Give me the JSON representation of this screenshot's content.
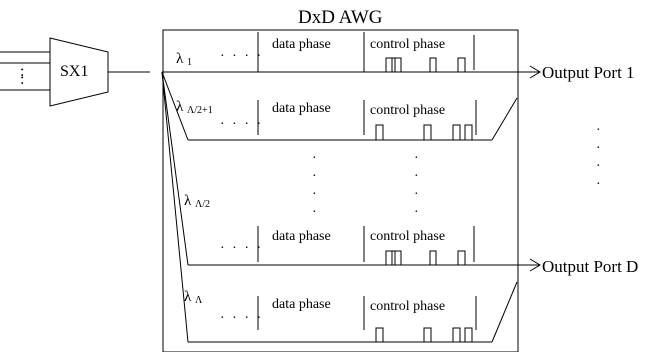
{
  "title": "DxD AWG",
  "selector_label": "SX1",
  "lane_labels": {
    "data": "data phase",
    "control": "control phase",
    "dots": "· · · ·"
  },
  "lambdas": {
    "l1": {
      "symbol": "λ",
      "sub": "1"
    },
    "l2": {
      "symbol": "λ",
      "sub": "Λ/2+1"
    },
    "l3": {
      "symbol": "λ",
      "sub": "Λ/2"
    },
    "l4": {
      "symbol": "λ",
      "sub": "Λ"
    }
  },
  "outputs": {
    "port1": "Output Port 1",
    "portD": "Output Port D"
  },
  "input_dots": ":",
  "vertical_dots": "·"
}
